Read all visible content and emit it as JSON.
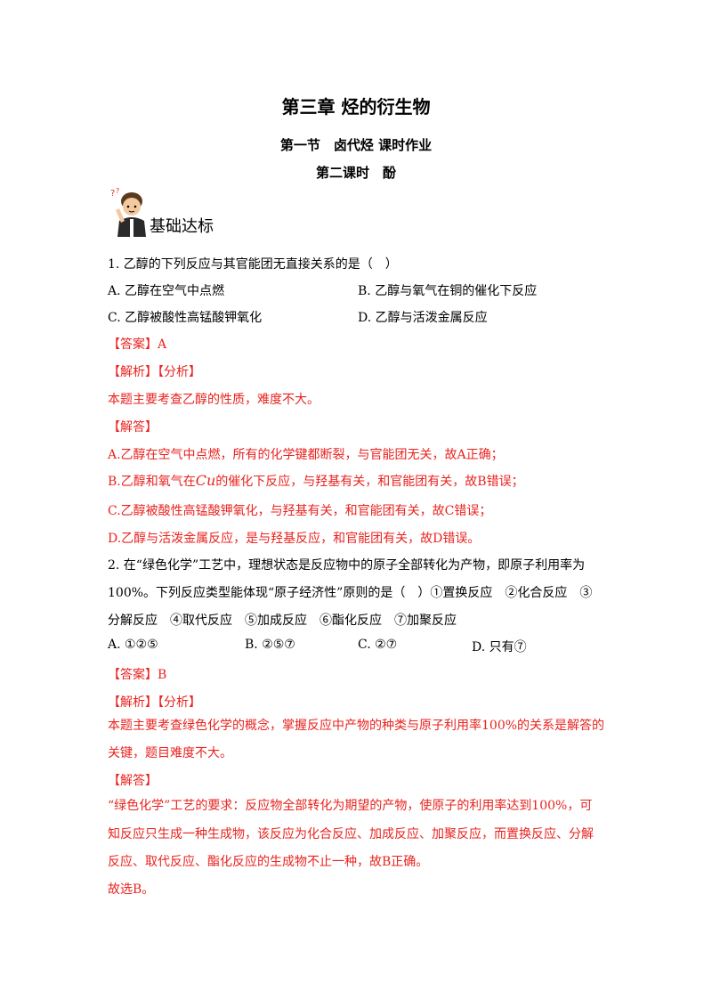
{
  "header": {
    "chapter": "第三章 烃的衍生物",
    "section": "第一节　卤代烃 课时作业",
    "lesson": "第二课时　酚"
  },
  "section_label": "基础达标",
  "q1": {
    "stem": "1. 乙醇的下列反应与其官能团无直接关系的是（　）",
    "options": [
      "A. 乙醇在空气中点燃",
      "B. 乙醇与氧气在铜的催化下反应",
      "C. 乙醇被酸性高锰酸钾氧化",
      "D. 乙醇与活泼金属反应"
    ],
    "answer": "【答案】A",
    "analysis_head": "【解析】【分析】",
    "analysis": "本题主要考查乙醇的性质，难度不大。",
    "solution_head": "【解答】",
    "lines": {
      "a": "A.乙醇在空气中点燃，所有的化学键都断裂，与官能团无关，故A正确；",
      "b_pre": "B.乙醇和氧气在",
      "b_cu": "Cu",
      "b_post": "的催化下反应，与羟基有关，和官能团有关，故B错误；",
      "c": "C.乙醇被酸性高锰酸钾氧化，与羟基有关，和官能团有关，故C错误；",
      "d": "D.乙醇与活泼金属反应，是与羟基反应，和官能团有关，故D错误。"
    }
  },
  "q2": {
    "stem_lines": [
      "2. 在“绿色化学”工艺中，理想状态是反应物中的原子全部转化为产物，即原子利用率为",
      "100%。下列反应类型能体现“原子经济性”原则的是（　）①置换反应　②化合反应　③",
      "分解反应　④取代反应　⑤加成反应　⑥酯化反应　⑦加聚反应"
    ],
    "options": [
      "A. ①②⑤",
      "B. ②⑤⑦",
      "C. ②⑦",
      "D. 只有⑦"
    ],
    "answer": "【答案】B",
    "analysis_head": "【解析】【分析】",
    "analysis_lines": [
      "本题主要考查绿色化学的概念，掌握反应中产物的种类与原子利用率100%的关系是解答的",
      "关键，题目难度不大。"
    ],
    "solution_head": "【解答】",
    "solution_lines": [
      "“绿色化学”工艺的要求：反应物全部转化为期望的产物，使原子的利用率达到100%，可",
      "知反应只生成一种生成物，该反应为化合反应、加成反应、加聚反应，而置换反应、分解",
      "反应、取代反应、酯化反应的生成物不止一种，故B正确。"
    ],
    "conclusion": "故选B。"
  }
}
